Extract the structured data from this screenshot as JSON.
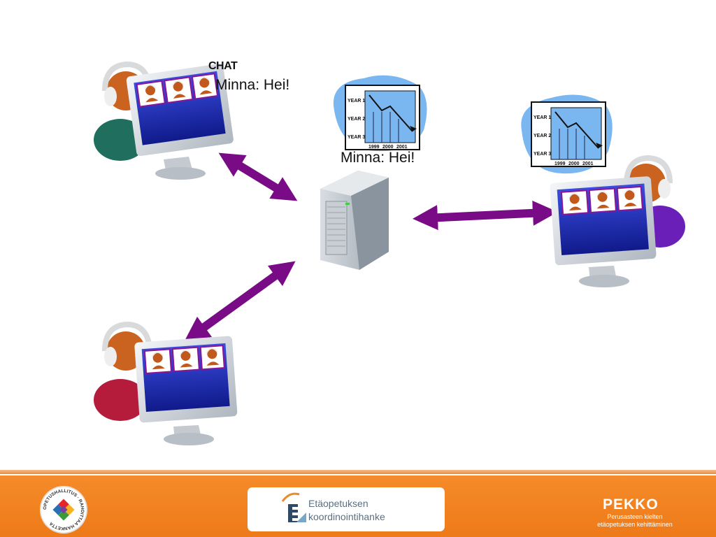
{
  "chat": {
    "label": "CHAT",
    "message_1": "Minna: Hei!",
    "message_2": "Minna: Hei!"
  },
  "charts": {
    "row_labels": [
      "YEAR 1",
      "YEAR 2",
      "YEAR 3"
    ],
    "year_labels": [
      "1999",
      "2000",
      "2001"
    ]
  },
  "footer": {
    "oph_ring_text": "OPETUSHALLITUS · RAHOITTAA HANKETTA",
    "eta_line1": "Etäopetuksen",
    "eta_line2": "koordinointihanke",
    "pekko_title": "PEKKO",
    "pekko_sub1": "Perusasteen kielten",
    "pekko_sub2": "etäopetuksen kehittäminen"
  },
  "colors": {
    "arrow": "#7a0b86",
    "screen": "#1f2db5",
    "footer": "#f08323",
    "chart_blob": "#7ab6f0"
  }
}
